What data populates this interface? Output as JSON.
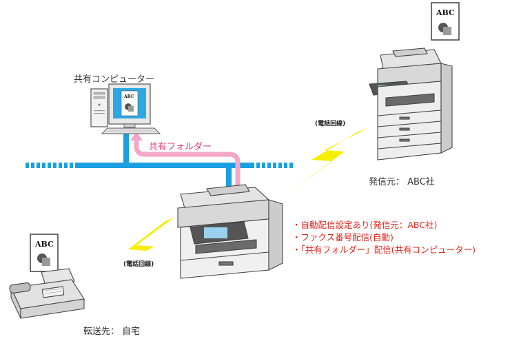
{
  "labels": {
    "shared_computer": "共有コンピューター",
    "shared_folder": "共有フォルダー",
    "phone_line_top": "(電話回線)",
    "phone_line_bottom": "(電話回線)",
    "sender": "発信元： ABC社",
    "forward_dest": "転送先： 自宅"
  },
  "notes": [
    "・自動配信設定あり(発信元：ABC社)",
    "・ファクス番号配信(自動)",
    "・「共有フォルダー」配信(共有コンピューター)"
  ],
  "documents": {
    "doc_text": "ABC"
  },
  "colors": {
    "network": "#1aa0e0",
    "shared_folder_path": "#f4a6c9",
    "lightning": "#f6ee00",
    "notes": "#e2231a",
    "folder_label": "#e23d7c"
  }
}
